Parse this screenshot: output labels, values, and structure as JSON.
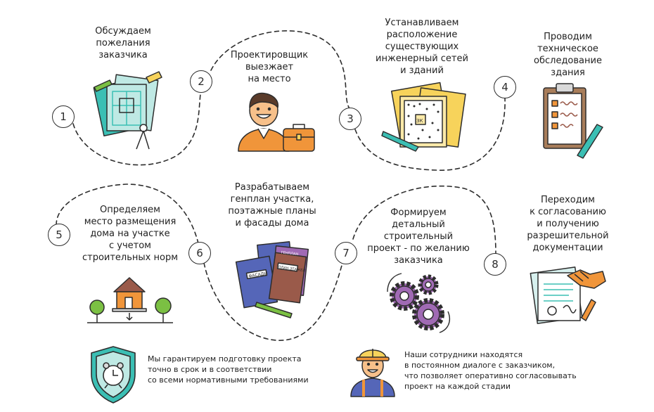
{
  "steps": [
    {
      "number": "1",
      "text": "Обсуждаем\nпожелания\nзаказчика"
    },
    {
      "number": "2",
      "text": "Проектировщик\nвыезжает\nна место"
    },
    {
      "number": "3",
      "text": "Устанавливаем\nрасположение\nсуществующих\nинженерный сетей\nи зданий"
    },
    {
      "number": "4",
      "text": "Проводим\nтехническое\nобследование\nздания"
    },
    {
      "number": "5",
      "text": "Определяем\nместо размещения\nдома на участке\nс учетом\nстроительных норм"
    },
    {
      "number": "6",
      "text": "Разрабатываем\nгенплан участка,\nпоэтажные планы\nи фасады дома"
    },
    {
      "number": "7",
      "text": "Формируем\nдетальный\nстроительный\nпроект - по желанию\nзаказчика"
    },
    {
      "number": "8",
      "text": "Переходим\nк согласованию\nи получению\nразрешительной\nдокументации"
    }
  ],
  "notes": {
    "guarantee": "Мы гарантируем подготовку проекта\nточно в срок и в соответствии\nсо всеми нормативными требованиями",
    "dialogue": "Наши сотрудники находятся\nв постоянном диалоге с заказчиком,\nчто позволяет оперативно согласовывать\nпроект на каждой стадии"
  },
  "labels": {
    "folder_facades": "ФАСАДЫ",
    "folder_genplan": "ГЕНПЛАН",
    "folder_floor": "ПЛАН ЭТАЖЕЙ",
    "map_mark": "ЗК"
  },
  "colors": {
    "outline": "#2d2d2d",
    "teal": "#3bbfb4",
    "light_teal": "#bfe9e4",
    "orange": "#f0953a",
    "yellow": "#f7d35b",
    "purple": "#a06ab4",
    "blue": "#5566b8",
    "brown": "#9a5a4a",
    "green": "#7bc043"
  },
  "icons": [
    "blueprint-icon",
    "engineer-briefcase-icon",
    "site-map-icon",
    "checklist-clipboard-icon",
    "house-plot-icon",
    "project-folders-icon",
    "gears-icon",
    "handshake-document-icon",
    "shield-clock-icon",
    "builder-helmet-icon"
  ]
}
